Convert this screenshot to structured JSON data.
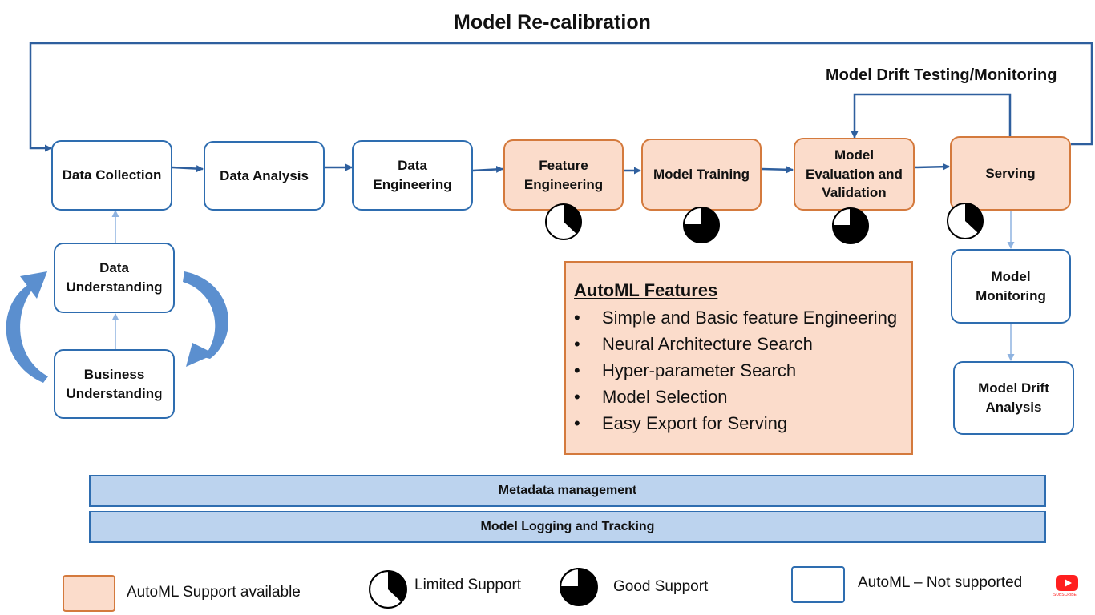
{
  "titles": {
    "recalibration": "Model Re-calibration",
    "drift_monitoring": "Model Drift Testing/Monitoring"
  },
  "nodes": {
    "data_collection": "Data Collection",
    "data_analysis": "Data Analysis",
    "data_engineering": "Data\nEngineering",
    "feature_engineering": "Feature\nEngineering",
    "model_training": "Model Training",
    "model_evaluation": "Model\nEvaluation and\nValidation",
    "serving": "Serving",
    "data_understanding": "Data\nUnderstanding",
    "business_understanding": "Business\nUnderstanding",
    "model_monitoring": "Model\nMonitoring",
    "model_drift_analysis": "Model Drift\nAnalysis"
  },
  "support_levels": {
    "feature_engineering": "limited",
    "model_training": "good",
    "model_evaluation": "good",
    "serving": "limited"
  },
  "features": {
    "title": "AutoML Features",
    "items": [
      "Simple and Basic feature Engineering",
      "Neural Architecture Search",
      "Hyper-parameter Search",
      "Model Selection",
      "Easy Export for Serving"
    ]
  },
  "bands": {
    "metadata": "Metadata management",
    "logging": "Model Logging and Tracking"
  },
  "legend": {
    "automl_available": "AutoML Support available",
    "limited_support": "Limited Support",
    "good_support": "Good Support",
    "not_supported": "AutoML – Not supported"
  },
  "colors": {
    "box_border_blue": "#2e6db0",
    "automl_fill": "#fbdccb",
    "automl_border": "#d47a3d",
    "band_fill": "#bcd3ee",
    "cycle_arrow": "#5b8fcf",
    "youtube_red": "#ff1f1f"
  },
  "watermark": "SUBSCRIBE"
}
